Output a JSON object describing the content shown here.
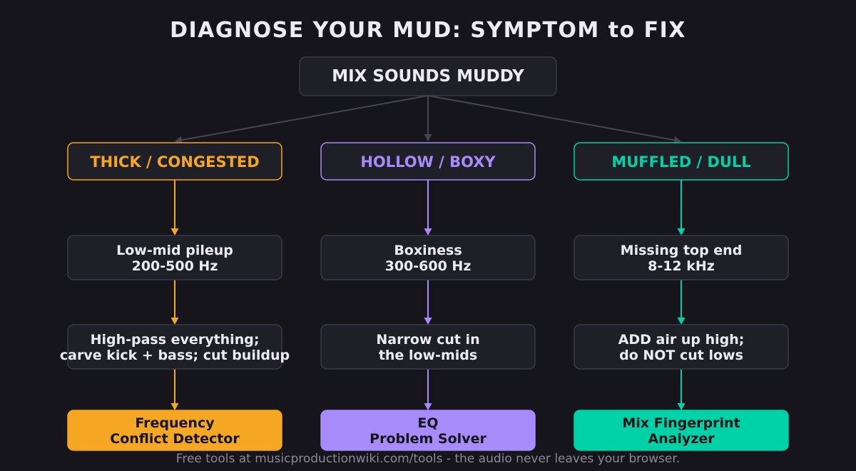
{
  "title": "DIAGNOSE YOUR MUD: SYMPTOM to FIX",
  "root": {
    "label": "MIX SOUNDS MUDDY"
  },
  "colors": {
    "background": "#15151b",
    "box_fill": "#1f1f28",
    "box_stroke": "#3a3a44",
    "root_connector": "#45454f",
    "text": "#ececf2",
    "footer_text": "#8a8a96",
    "tool_text": "#15151b"
  },
  "branches": [
    {
      "symptom": "THICK / CONGESTED",
      "color": "#f5a623",
      "cause": [
        "Low-mid pileup",
        "200-500 Hz"
      ],
      "fix": [
        "High-pass everything;",
        "carve kick + bass; cut buildup"
      ],
      "tool": [
        "Frequency",
        "Conflict Detector"
      ]
    },
    {
      "symptom": "HOLLOW / BOXY",
      "color": "#a78bfa",
      "cause": [
        "Boxiness",
        "300-600 Hz"
      ],
      "fix": [
        "Narrow cut in",
        "the low-mids"
      ],
      "tool": [
        "EQ",
        "Problem Solver"
      ]
    },
    {
      "symptom": "MUFFLED / DULL",
      "color": "#00d1a7",
      "cause": [
        "Missing top end",
        "8-12 kHz"
      ],
      "fix": [
        "ADD air up high;",
        "do NOT cut lows"
      ],
      "tool": [
        "Mix Fingerprint",
        "Analyzer"
      ]
    }
  ],
  "footer": "Free tools at musicproductionwiki.com/tools - the audio never leaves your browser."
}
